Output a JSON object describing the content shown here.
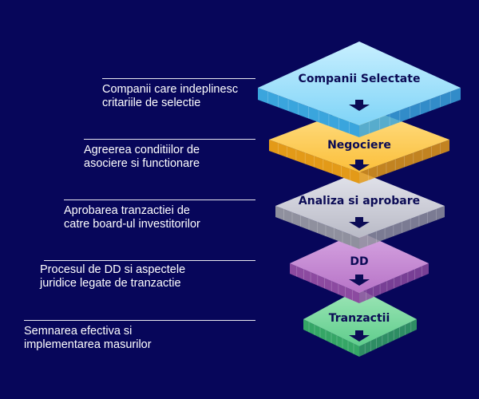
{
  "steps": [
    {
      "label": "Companii Selectate",
      "description": [
        "Companii care indeplinesc",
        "critariile de selectie"
      ],
      "top": "#7fd4f7",
      "side": "#3aa5dd",
      "light": "#c8efff"
    },
    {
      "label": "Negociere",
      "description": [
        "Agreerea conditiilor de",
        "asociere si functionare"
      ],
      "top": "#fbbf3a",
      "side": "#e39a18",
      "light": "#ffe08a"
    },
    {
      "label": "Analiza si aprobare",
      "description": [
        "Aprobarea tranzactiei de",
        "catre board-ul investitorilor"
      ],
      "top": "#b9bac6",
      "side": "#8f909e",
      "light": "#e3e4ec"
    },
    {
      "label": "DD",
      "description": [
        "Procesul de DD si aspectele",
        "juridice legate de tranzactie"
      ],
      "top": "#b774c7",
      "side": "#8c4aa0",
      "light": "#d7a6e2"
    },
    {
      "label": "Tranzactii",
      "description": [
        "Semnarea efectiva si",
        "implementarea masurilor"
      ],
      "top": "#5fcd8c",
      "side": "#35a666",
      "light": "#9fe6b8"
    }
  ],
  "colors": {
    "background": "#07065a",
    "arrow": "#0b0b55"
  }
}
